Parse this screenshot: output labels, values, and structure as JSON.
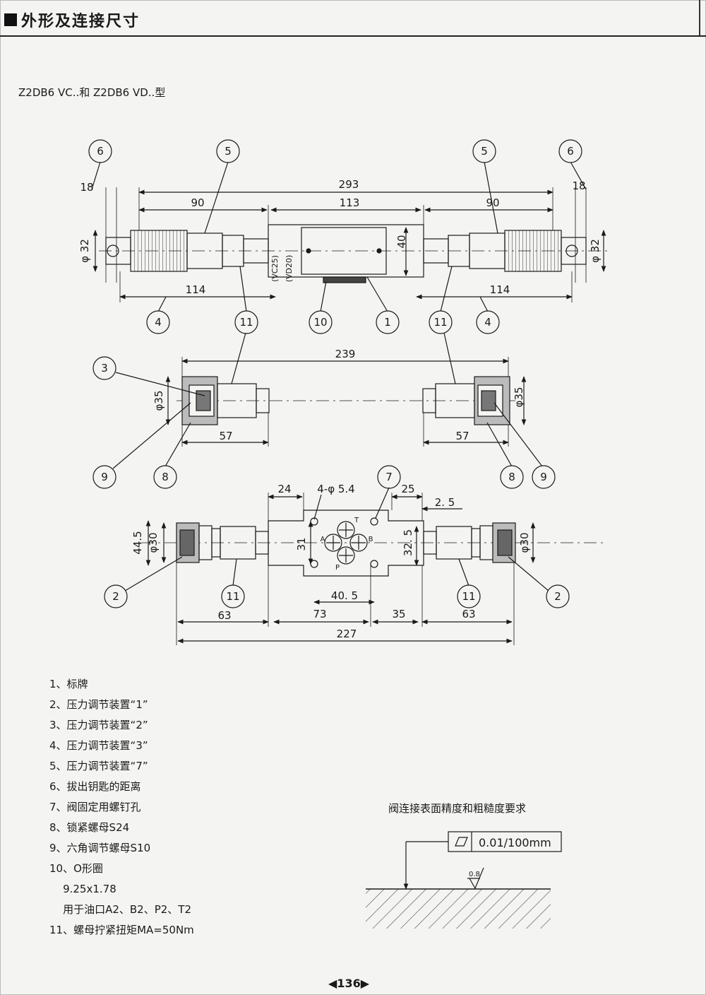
{
  "header": {
    "title": "外形及连接尺寸"
  },
  "subtitle": "Z2DB6 VC..和 Z2DB6 VD..型",
  "view_top": {
    "dims": {
      "d293": "293",
      "d113": "113",
      "d90_left": "90",
      "d90_right": "90",
      "d18_left": "18",
      "d18_right": "18",
      "d114_left": "114",
      "d114_right": "114",
      "d40": "40",
      "phi32_left": "φ 32",
      "phi32_right": "φ 32",
      "vc25": "(VC25)",
      "vd20": "(VD20)"
    },
    "callouts": [
      "6",
      "5",
      "5",
      "6",
      "4",
      "11",
      "10",
      "1",
      "11",
      "4"
    ]
  },
  "view_middle": {
    "dims": {
      "d239": "239",
      "d57_left": "57",
      "d57_right": "57",
      "phi35_left": "φ35",
      "phi35_right": "φ35"
    },
    "callouts": [
      "3",
      "9",
      "8",
      "7",
      "8",
      "9"
    ]
  },
  "view_bottom": {
    "dims": {
      "d24": "24",
      "holes": "4-φ 5.4",
      "d25": "25",
      "d2_5": "2. 5",
      "d44_5": "44.5",
      "phi30_left": "φ30",
      "phi30_right": "φ30",
      "d31": "31",
      "d32_5": "32. 5",
      "d40_5": "40. 5",
      "d63_left": "63",
      "d73": "73",
      "d35": "35",
      "d63_right": "63",
      "d227": "227",
      "port_t": "T",
      "port_a": "A",
      "port_b": "B",
      "port_p": "P"
    },
    "callouts": [
      "2",
      "11",
      "11",
      "2"
    ]
  },
  "legend": [
    "1、标牌",
    "2、压力调节装置“1”",
    "3、压力调节装置“2”",
    "4、压力调节装置“3”",
    "5、压力调节装置“7”",
    "6、拔出钥匙的距离",
    "7、阀固定用螺钉孔",
    "8、锁紧螺母S24",
    "9、六角调节螺母S10",
    "10、O形圈",
    "    9.25x1.78",
    "    用于油口A2、B2、P2、T2",
    "11、螺母拧紧扭矩MA=50Nm"
  ],
  "roughness": {
    "title": "阀连接表面精度和粗糙度要求",
    "flatness": "0.01/100mm",
    "ra": "0.8"
  },
  "page_number": "◀136▶",
  "colors": {
    "ink": "#1a1a1a",
    "paper": "#f4f4f2",
    "hatch": "#555555"
  }
}
